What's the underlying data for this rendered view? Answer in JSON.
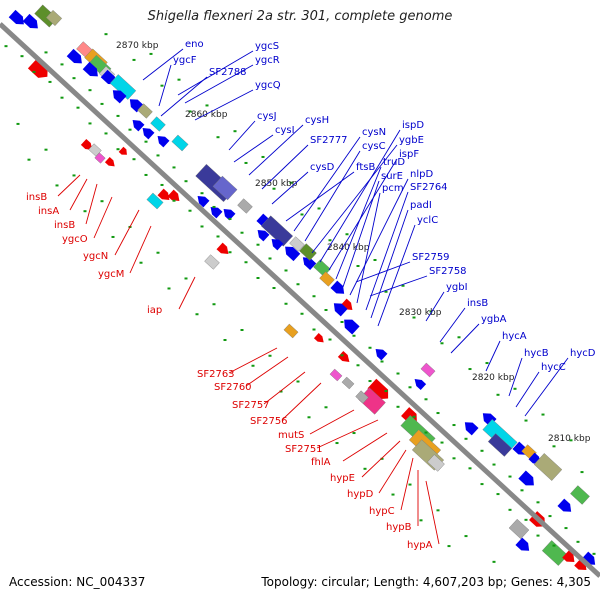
{
  "title": "Shigella flexneri 2a str. 301, complete genome",
  "footer": {
    "accession": "Accession: NC_004337",
    "summary": "Topology: circular; Length: 4,607,203 bp; Genes: 4,305"
  },
  "colors": {
    "backbone": "#888888",
    "upper_labels": "#0000cc",
    "lower_labels": "#dd0000",
    "tick": "#119911",
    "cds": "#0000ee",
    "rna": "#ee0000"
  },
  "kbp_marks": [
    "2870 kbp",
    "2860 kbp",
    "2850 kbp",
    "2840 kbp",
    "2830 kbp",
    "2820 kbp",
    "2810 kbp"
  ],
  "upper_labels": [
    "eno",
    "ygcF",
    "ygcS",
    "ygcR",
    "SF2788",
    "ygcQ",
    "cysJ",
    "cysI",
    "cysH",
    "SF2777",
    "cysD",
    "ftsB",
    "cysN",
    "cysC",
    "ygbE",
    "ispD",
    "ispF",
    "truD",
    "surE",
    "nlpD",
    "pcm",
    "SF2764",
    "padI",
    "yclC",
    "SF2759",
    "SF2758",
    "ygbI",
    "insB",
    "ygbA",
    "hycA",
    "hycB",
    "hycC",
    "hycD"
  ],
  "lower_labels": [
    "insB",
    "insA",
    "insB",
    "ygcO",
    "ygcN",
    "ygcM",
    "iap",
    "SF2763",
    "SF2760",
    "SF2757",
    "SF2756",
    "mutS",
    "SF2751",
    "fhlA",
    "hypE",
    "hypD",
    "hypC",
    "hypB",
    "hypA"
  ]
}
